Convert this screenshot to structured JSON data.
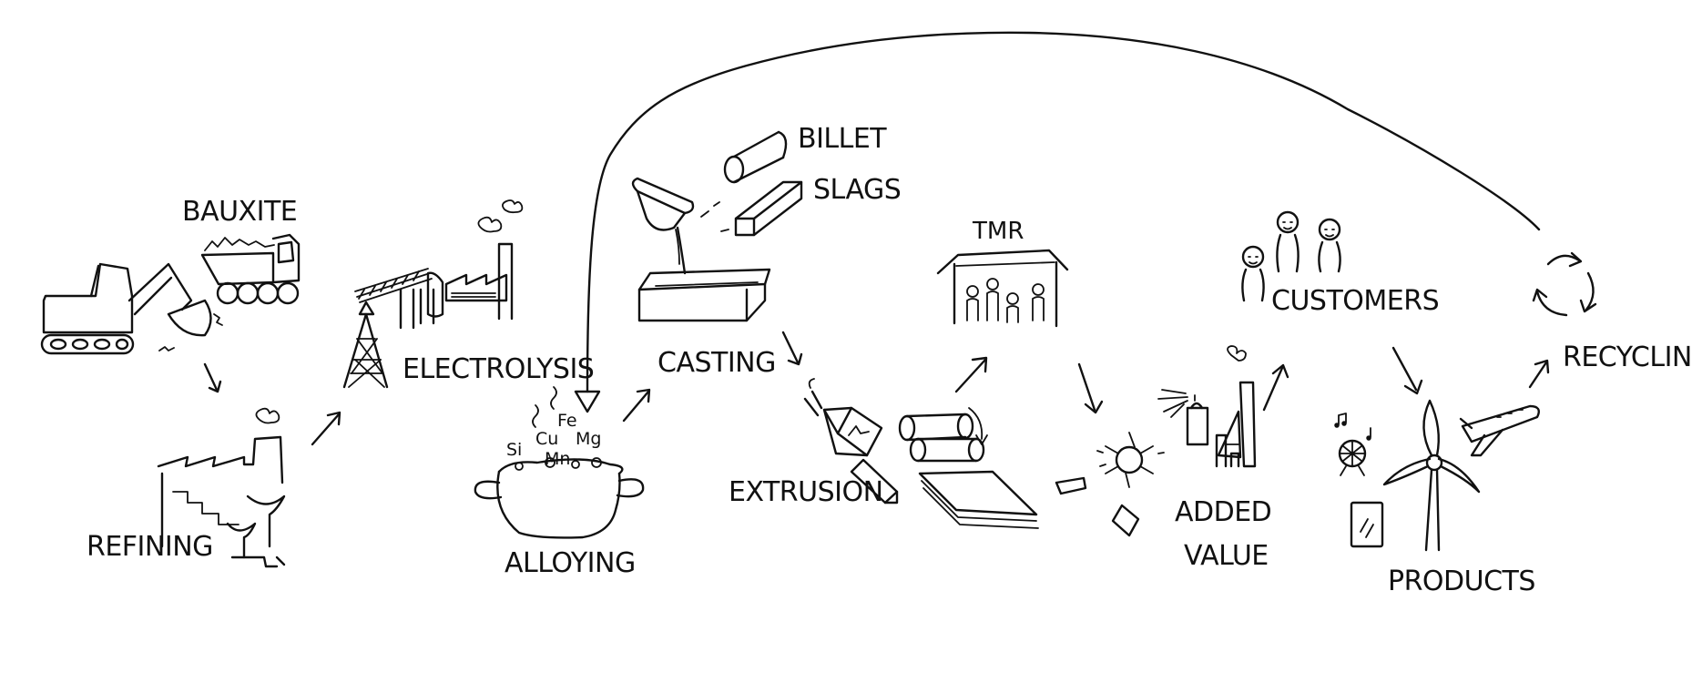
{
  "labels": {
    "bauxite": "BAUXITE",
    "refining": "REFINING",
    "electrolysis": "ELECTROLYSIS",
    "alloying": "ALLOYING",
    "casting": "CASTING",
    "billet": "BILLET",
    "slags": "SLAGS",
    "extrusion": "EXTRUSION",
    "tmr": "TMR",
    "added_value_line1": "ADDED",
    "added_value_line2": "VALUE",
    "customers": "CUSTOMERS",
    "products": "PRODUCTS",
    "recycling": "RECYCLING"
  },
  "alloy_elements": [
    "Si",
    "Cu",
    "Fe",
    "Mn",
    "Mg"
  ],
  "colors": {
    "ink": "#111111",
    "background": "#ffffff"
  }
}
